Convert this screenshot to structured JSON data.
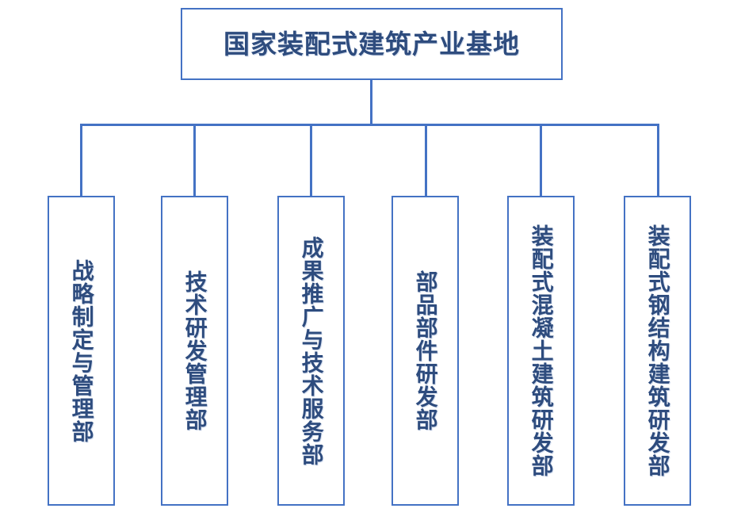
{
  "diagram": {
    "type": "organization-chart",
    "title": "国家装配式建筑产业基地",
    "orientation": "top-down",
    "colors": {
      "border": "#4472C4",
      "text": "#2E4C7E",
      "background": "#FFFFFF",
      "connector": "#4472C4"
    },
    "root": {
      "id": "root",
      "label": "国家装配式建筑产业基地",
      "text_direction": "horizontal"
    },
    "children": [
      {
        "id": "dept-strategy",
        "label": "战略制定与管理部",
        "text_direction": "vertical",
        "char_count": 8
      },
      {
        "id": "dept-tech-rd-mgmt",
        "label": "技术研发管理部",
        "text_direction": "vertical",
        "char_count": 7
      },
      {
        "id": "dept-promotion-service",
        "label": "成果推广与技术服务部",
        "text_direction": "vertical",
        "char_count": 10
      },
      {
        "id": "dept-components-rd",
        "label": "部品部件研发部",
        "text_direction": "vertical",
        "char_count": 7
      },
      {
        "id": "dept-concrete-rd",
        "label": "装配式混凝土建筑研发部",
        "text_direction": "vertical",
        "char_count": 11
      },
      {
        "id": "dept-steel-rd",
        "label": "装配式钢结构建筑研发部",
        "text_direction": "vertical",
        "char_count": 11
      }
    ]
  }
}
